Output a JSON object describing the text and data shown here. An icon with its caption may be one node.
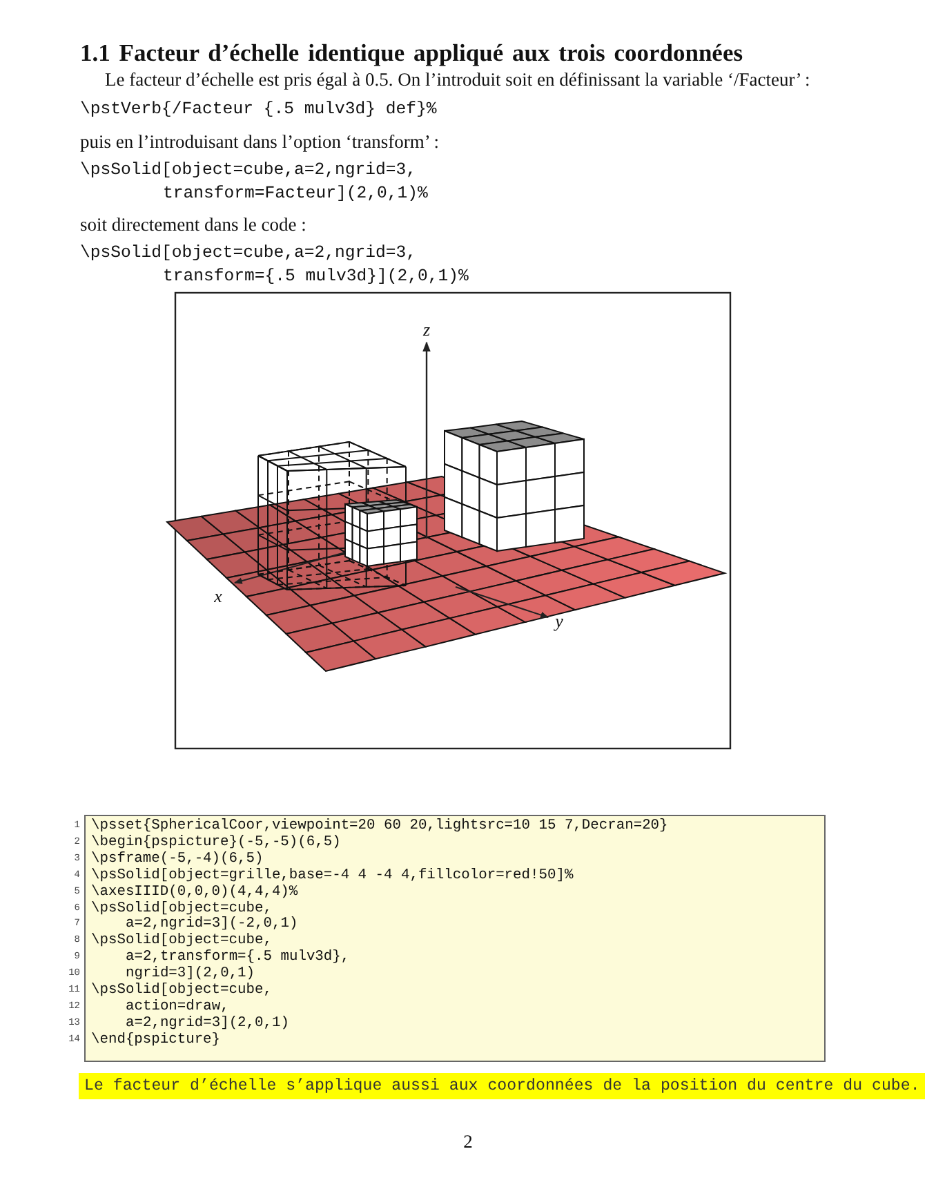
{
  "diagram": {
    "title": "1.1 Facteur d’échelle identique appliqué aux trois coordonnées",
    "labels": [
      "Le facteur d’échelle est pris égal à 0.5. On l’introduit soit en définissant la variable ‘/Facteur’ :",
      "\\pstVerb{/Facteur {.5 mulv3d} def}%",
      "puis en l’introduisant dans l’option ‘transform’ :",
      "\\psSolid[object=cube,a=2,ngrid=3,",
      "transform=Facteur](2,0,1)%",
      "soit directement dans le code :",
      "\\psSolid[object=cube,a=2,ngrid=3,",
      "transform={.5 mulv3d}](2,0,1)%",
      "z",
      "x",
      "y",
      "1",
      "\\psset{SphericalCoor,viewpoint=20 60 20,lightsrc=10 15 7,Decran=20}",
      "2",
      "\\begin{pspicture}(-5,-5)(6,5)",
      "3",
      "\\psframe(-5,-4)(6,5)",
      "4",
      "\\psSolid[object=grille,base=-4 4 -4 4,fillcolor=red!50]%",
      "5",
      "\\axesIIID(0,0,0)(4,4,4)%",
      "6",
      "\\psSolid[object=cube,",
      "7",
      "a=2,ngrid=3](-2,0,1)",
      "8",
      "\\psSolid[object=cube,",
      "9",
      "a=2,transform={.5 mulv3d},",
      "10",
      "ngrid=3](2,0,1)",
      "11",
      "\\psSolid[object=cube,",
      "12",
      "action=draw,",
      "13",
      "a=2,ngrid=3](2,0,1)",
      "14",
      "\\end{pspicture}",
      "Le facteur d’échelle s’applique aussi aux coordonnées de la position du centre du cube.",
      "2"
    ]
  }
}
